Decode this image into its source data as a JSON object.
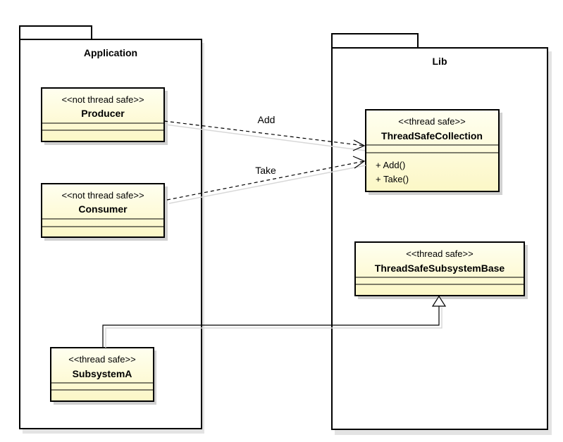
{
  "packages": {
    "application": {
      "name": "Application"
    },
    "lib": {
      "name": "Lib"
    }
  },
  "classes": {
    "producer": {
      "stereotype": "<<not thread safe>>",
      "name": "Producer",
      "members": []
    },
    "consumer": {
      "stereotype": "<<not thread safe>>",
      "name": "Consumer",
      "members": []
    },
    "subsystem_a": {
      "stereotype": "<<thread safe>>",
      "name": "SubsystemA",
      "members": []
    },
    "thread_safe_collection": {
      "stereotype": "<<thread safe>>",
      "name": "ThreadSafeCollection",
      "members": [
        "+ Add()",
        "+ Take()"
      ]
    },
    "thread_safe_subsystem_base": {
      "stereotype": "<<thread safe>>",
      "name": "ThreadSafeSubsystemBase",
      "members": []
    }
  },
  "relations": {
    "add": {
      "label": "Add",
      "kind": "dependency"
    },
    "take": {
      "label": "Take",
      "kind": "dependency"
    },
    "generalization": {
      "kind": "generalization"
    }
  },
  "colors": {
    "class_fill_top": "#fffff0",
    "class_fill_bottom": "#fcf7c6",
    "outline": "#000000"
  }
}
